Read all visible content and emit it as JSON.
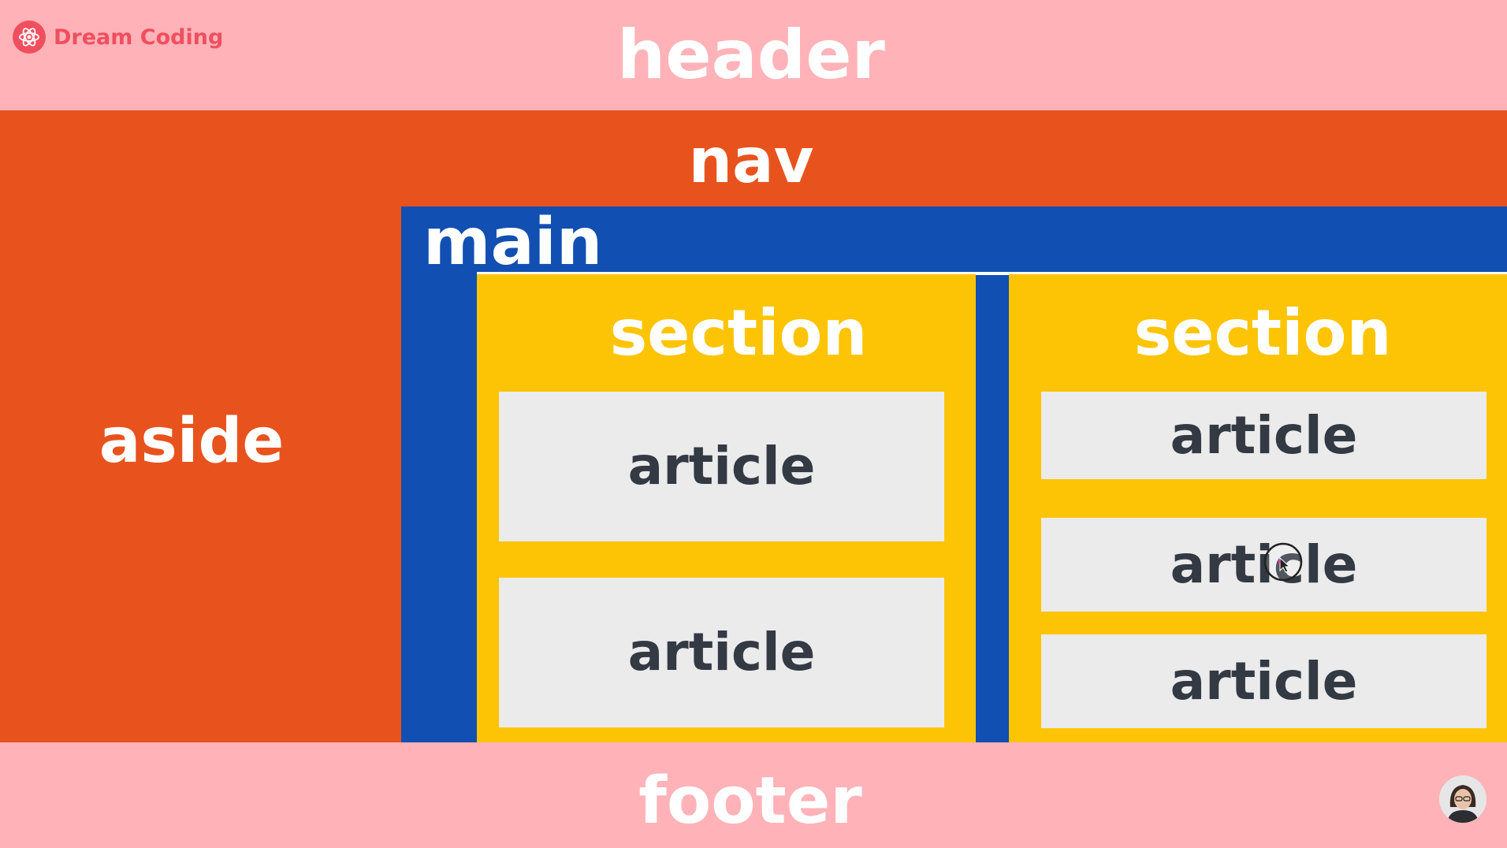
{
  "brand": {
    "name": "Dream Coding",
    "icon": "atom-icon",
    "color": "#ef4f5f"
  },
  "regions": {
    "header": "header",
    "nav": "nav",
    "aside": "aside",
    "main": "main",
    "footer": "footer"
  },
  "sections": [
    {
      "label": "section",
      "articles": [
        "article",
        "article"
      ]
    },
    {
      "label": "section",
      "articles": [
        "article",
        "article",
        "article"
      ]
    }
  ],
  "colors": {
    "header_footer": "#ffb3b8",
    "nav_aside": "#e8531d",
    "main": "#124fb3",
    "section": "#fdc405",
    "article": "#ebebeb",
    "article_text": "#333a44"
  },
  "overlays": {
    "cursor": "mouse-pointer-icon",
    "avatar": "presenter-avatar"
  }
}
